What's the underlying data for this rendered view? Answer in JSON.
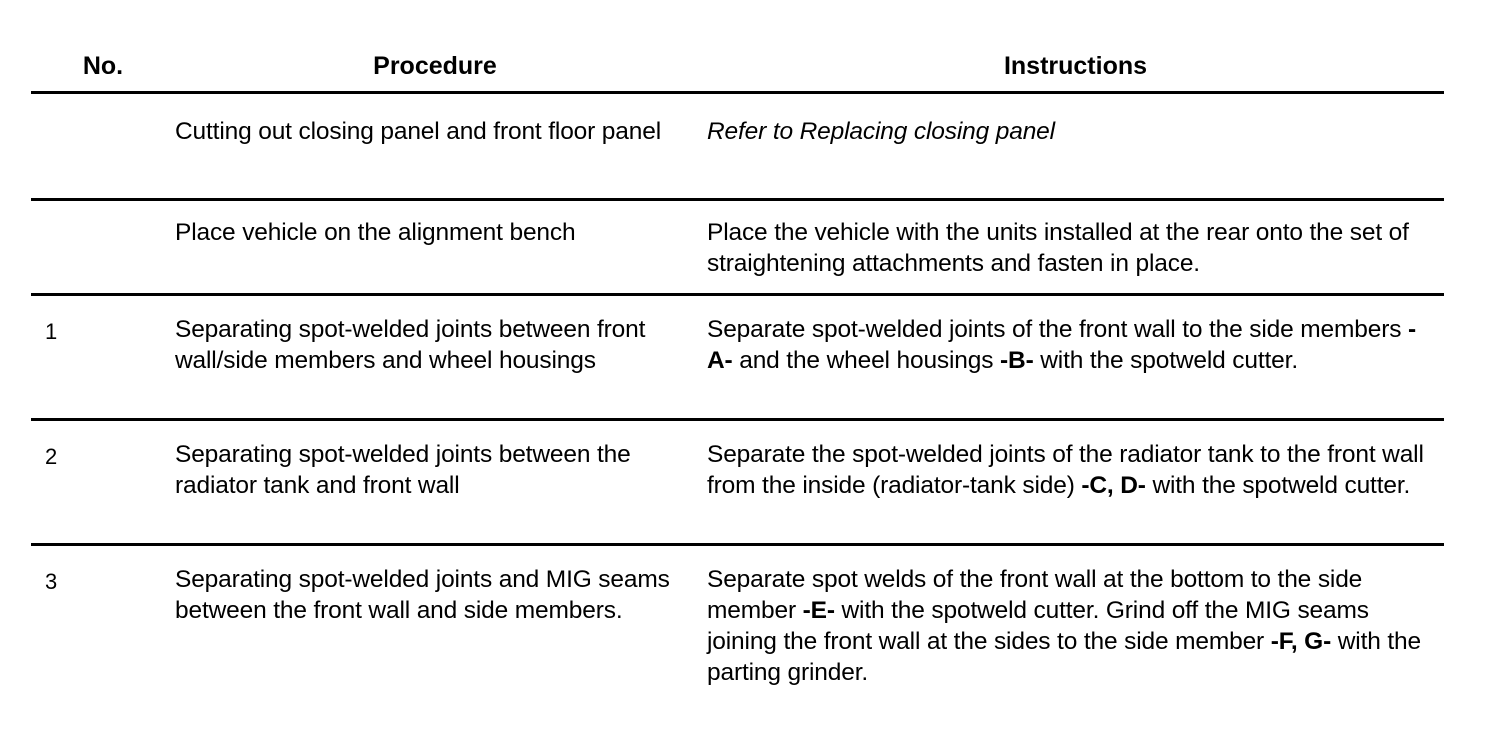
{
  "document": {
    "type": "procedure-table",
    "colors": {
      "ink": "#000000",
      "paper": "#ffffff"
    }
  },
  "table": {
    "columns": [
      {
        "key": "no",
        "header": "No."
      },
      {
        "key": "proc",
        "header": "Procedure"
      },
      {
        "key": "instr",
        "header": "Instructions"
      }
    ],
    "rows": [
      {
        "no": "",
        "procedure": "Cutting out closing panel and front floor panel",
        "instructions_style": "italic",
        "instructions": "Refer to Replacing closing panel",
        "instructions_parts": [
          {
            "text": "Refer to Replacing closing panel",
            "bold": false
          }
        ]
      },
      {
        "no": "",
        "procedure": "Place vehicle on the alignment bench",
        "instructions_style": "normal",
        "instructions": "Place the vehicle with the units installed at the rear onto the set of straightening attachments and fasten in place.",
        "instructions_parts": [
          {
            "text": "Place the vehicle with the units installed at the rear onto the set of straightening attachments and fasten in place.",
            "bold": false
          }
        ]
      },
      {
        "no": "1",
        "procedure": "Separating spot-welded joints between front wall/side members and wheel housings",
        "instructions_style": "normal",
        "instructions": "Separate spot-welded joints of the front wall to the side members -A- and the wheel housings -B- with the spotweld cutter.",
        "instructions_parts": [
          {
            "text": "Separate spot-welded joints of the front wall to the side members ",
            "bold": false
          },
          {
            "text": "-A-",
            "bold": true
          },
          {
            "text": " and the wheel housings ",
            "bold": false
          },
          {
            "text": "-B-",
            "bold": true
          },
          {
            "text": " with the spotweld cutter.",
            "bold": false
          }
        ]
      },
      {
        "no": "2",
        "procedure": "Separating spot-welded joints between the radiator tank and front wall",
        "instructions_style": "normal",
        "instructions": "Separate the spot-welded joints of the radiator tank to the front wall from the inside (radiator-tank side) -C, D- with the spotweld cutter.",
        "instructions_parts": [
          {
            "text": "Separate the spot-welded joints of the radiator tank to the front wall from the inside (radiator-tank side) ",
            "bold": false
          },
          {
            "text": "-C, D-",
            "bold": true
          },
          {
            "text": " with the spotweld cutter.",
            "bold": false
          }
        ]
      },
      {
        "no": "3",
        "procedure": "Separating spot-welded joints and MIG seams between the front wall and side members.",
        "instructions_style": "normal",
        "instructions": "Separate spot welds of the front wall at the bottom to the side member -E- with the spotweld cutter. Grind off the MIG seams joining the front wall at the sides to the side member -F, G- with the parting grinder.",
        "instructions_parts": [
          {
            "text": "Separate spot welds of the front wall at the bottom to the side member ",
            "bold": false
          },
          {
            "text": "-E-",
            "bold": true
          },
          {
            "text": " with the spotweld cutter. Grind off the MIG seams joining the front wall at the sides to the side member ",
            "bold": false
          },
          {
            "text": "-F, G-",
            "bold": true
          },
          {
            "text": " with the parting grinder.",
            "bold": false
          }
        ]
      }
    ]
  }
}
